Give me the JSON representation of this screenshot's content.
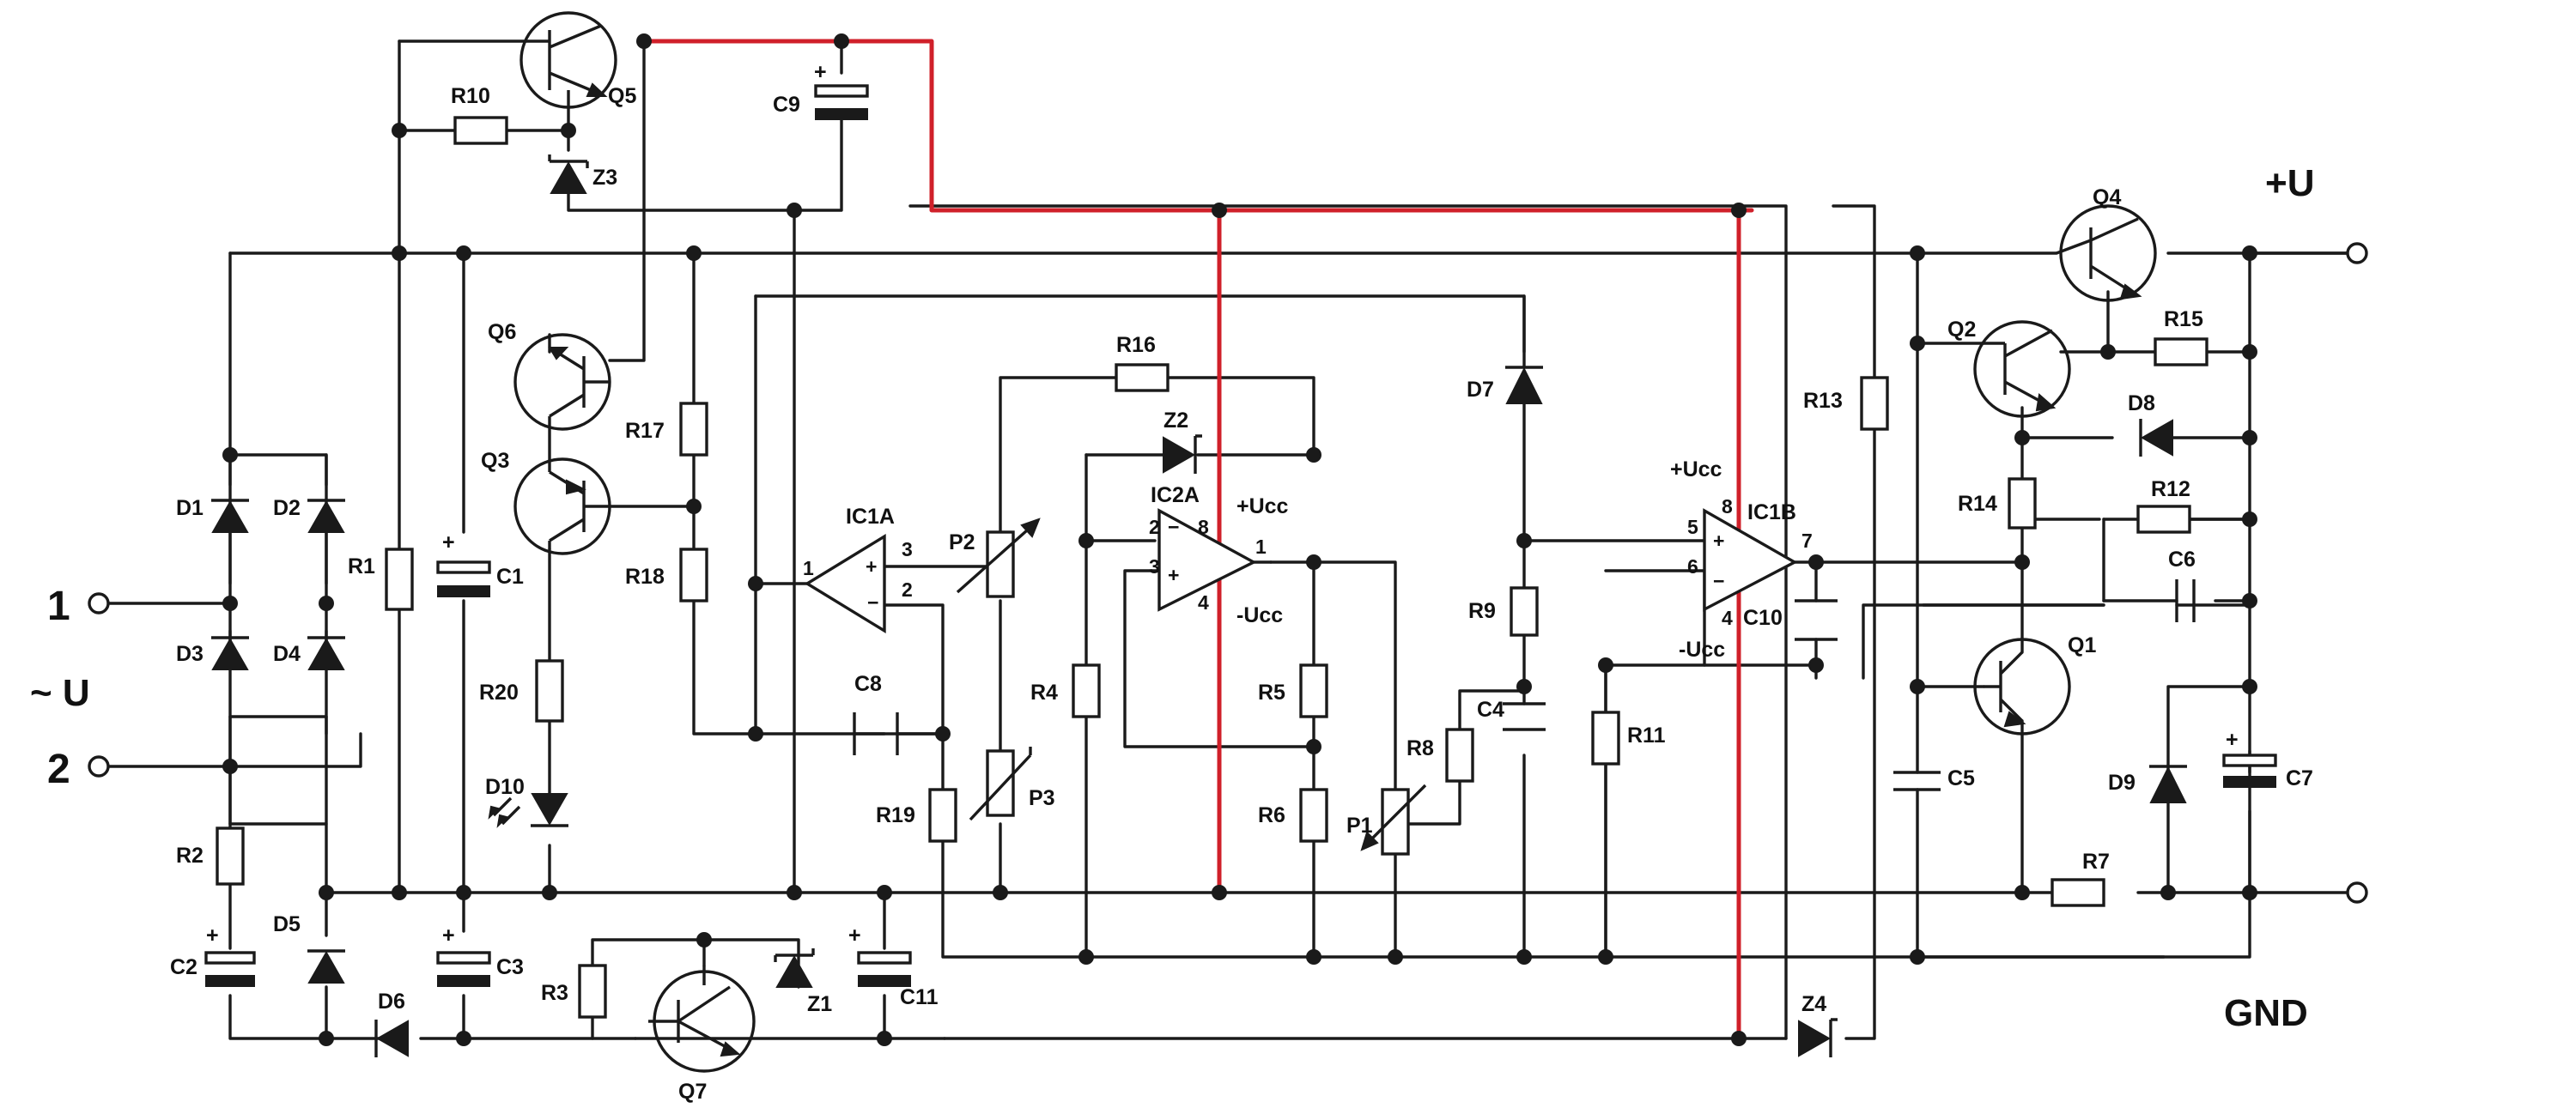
{
  "colors": {
    "wire": "#1a1a1a",
    "highlight_wire": "#d0202a",
    "background": "#ffffff"
  },
  "terminals": {
    "in1": "1",
    "in2": "2",
    "ac_input": "~ U",
    "out_pos": "+U",
    "gnd": "GND"
  },
  "components": {
    "D1": "D1",
    "D2": "D2",
    "D3": "D3",
    "D4": "D4",
    "D5": "D5",
    "D6": "D6",
    "D7": "D7",
    "D8": "D8",
    "D9": "D9",
    "D10": "D10",
    "Z1": "Z1",
    "Z2": "Z2",
    "Z3": "Z3",
    "Z4": "Z4",
    "Q1": "Q1",
    "Q2": "Q2",
    "Q3": "Q3",
    "Q4": "Q4",
    "Q5": "Q5",
    "Q6": "Q6",
    "Q7": "Q7",
    "R1": "R1",
    "R2": "R2",
    "R3": "R3",
    "R4": "R4",
    "R5": "R5",
    "R6": "R6",
    "R7": "R7",
    "R8": "R8",
    "R9": "R9",
    "R10": "R10",
    "R11": "R11",
    "R12": "R12",
    "R13": "R13",
    "R14": "R14",
    "R15": "R15",
    "R16": "R16",
    "R17": "R17",
    "R18": "R18",
    "R19": "R19",
    "R20": "R20",
    "C1": "C1",
    "C2": "C2",
    "C3": "C3",
    "C4": "C4",
    "C5": "C5",
    "C6": "C6",
    "C7": "C7",
    "C8": "C8",
    "C9": "C9",
    "C10": "C10",
    "C11": "C11",
    "P1": "P1",
    "P2": "P2",
    "P3": "P3",
    "IC1A": "IC1A",
    "IC2A": "IC2A",
    "IC1B": "IC1B"
  },
  "pins": {
    "ic1a_out": "1",
    "ic1a_in_plus": "3",
    "ic1a_in_minus": "2",
    "ic2a_in_minus": "2",
    "ic2a_in_plus": "3",
    "ic2a_out": "1",
    "ic2a_vcc": "8",
    "ic2a_vee": "4",
    "ic1b_in_plus": "5",
    "ic1b_in_minus": "6",
    "ic1b_out": "7",
    "ic1b_vcc": "8",
    "ic1b_vee": "4"
  },
  "supply": {
    "pos": "+Ucc",
    "neg": "-Ucc"
  },
  "polarity": {
    "plus": "+",
    "minus": "−"
  }
}
